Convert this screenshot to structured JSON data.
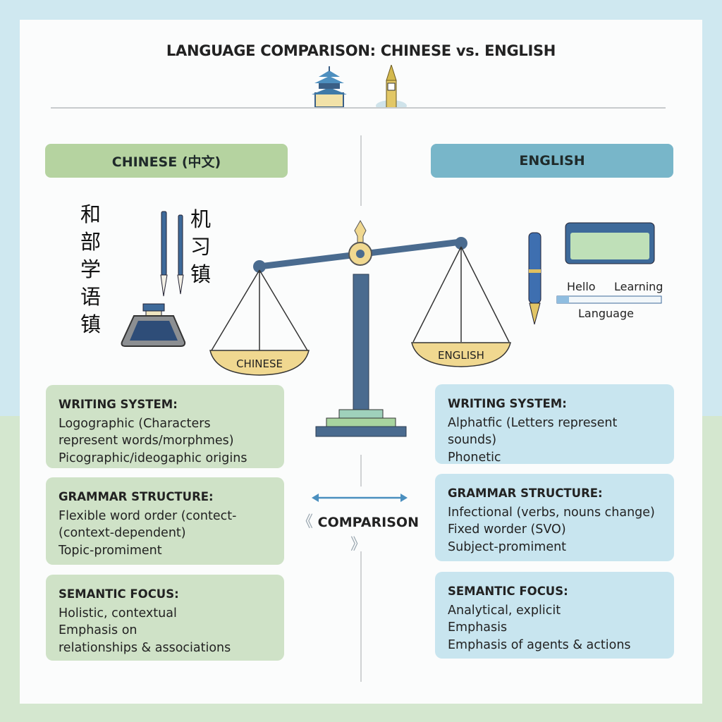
{
  "title": "LANGUAGE COMPARISON: CHINESE vs. ENGLISH",
  "headers": {
    "chinese": "CHINESE (中文)",
    "english": "ENGLISH"
  },
  "chinese_chars": {
    "column1": [
      "和",
      "部",
      "学",
      "语",
      "镇"
    ],
    "column2": [
      "机",
      "习",
      "镇"
    ]
  },
  "scale": {
    "left_pan": "CHINESE",
    "right_pan": "ENGLISH"
  },
  "english_icons": {
    "word1": "Hello",
    "word2": "Learning",
    "word3": "Language"
  },
  "comparison": {
    "label": "COMPARISON",
    "left_chevron": "《",
    "right_chevron": "》"
  },
  "chinese_boxes": [
    {
      "heading": "WRITING SYSTEM:",
      "lines": [
        "Logographic (Characters",
        "represent words/morphmes)",
        "Picographic/ideogaphic origins"
      ]
    },
    {
      "heading": "GRAMMAR STRUCTURE:",
      "lines": [
        "Flexible word order (contect-",
        "(context-dependent)",
        "Topic-promiment"
      ]
    },
    {
      "heading": "SEMANTIC FOCUS:",
      "lines": [
        "Holistic, contextual",
        "Emphasis on",
        "relationships & associations"
      ]
    }
  ],
  "english_boxes": [
    {
      "heading": "WRITING SYSTEM:",
      "lines": [
        "Alphatfic (Letters represent sounds)",
        "Phonetic"
      ]
    },
    {
      "heading": "GRAMMAR STRUCTURE:",
      "lines": [
        "Infectional (verbs, nouns change)",
        "Fixed worder (SVO)",
        "Subject-promiment"
      ]
    },
    {
      "heading": "SEMANTIC FOCUS:",
      "lines": [
        "Analytical, explicit",
        "Emphasis",
        "Emphasis of agents & actions"
      ]
    }
  ],
  "colors": {
    "chinese": "#b5d3a0",
    "english": "#78b6c9",
    "scale": "#4a6b8f",
    "gold": "#f0d890"
  }
}
